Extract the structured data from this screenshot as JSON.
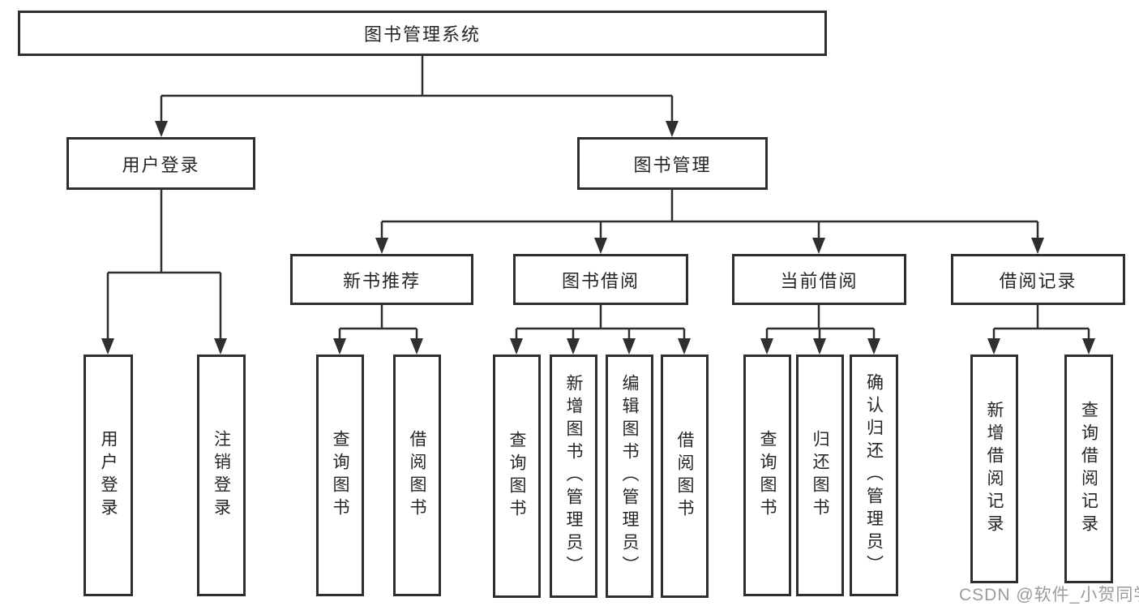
{
  "diagram": {
    "root": "图书管理系统",
    "level2": {
      "user_login": "用户登录",
      "book_management": "图书管理"
    },
    "level3": {
      "new_book_recommend": "新书推荐",
      "book_borrowing": "图书借阅",
      "current_borrowing": "当前借阅",
      "borrowing_records": "借阅记录"
    },
    "level4": {
      "user_login_children": [
        "用户登录",
        "注销登录"
      ],
      "new_book_children": [
        "查询图书",
        "借阅图书"
      ],
      "book_borrowing_children": [
        "查询图书",
        "新增图书（管理员）",
        "编辑图书（管理员）",
        "借阅图书"
      ],
      "current_borrowing_children": [
        "查询图书",
        "归还图书",
        "确认归还（管理员）"
      ],
      "borrowing_records_children": [
        "新增借阅记录",
        "查询借阅记录"
      ]
    }
  },
  "watermark": "CSDN @软件_小贺同学",
  "colors": {
    "line": "#2f2f2f",
    "text": "#262626",
    "watermark_gray": "#9b9b9b",
    "background": "#ffffff"
  }
}
